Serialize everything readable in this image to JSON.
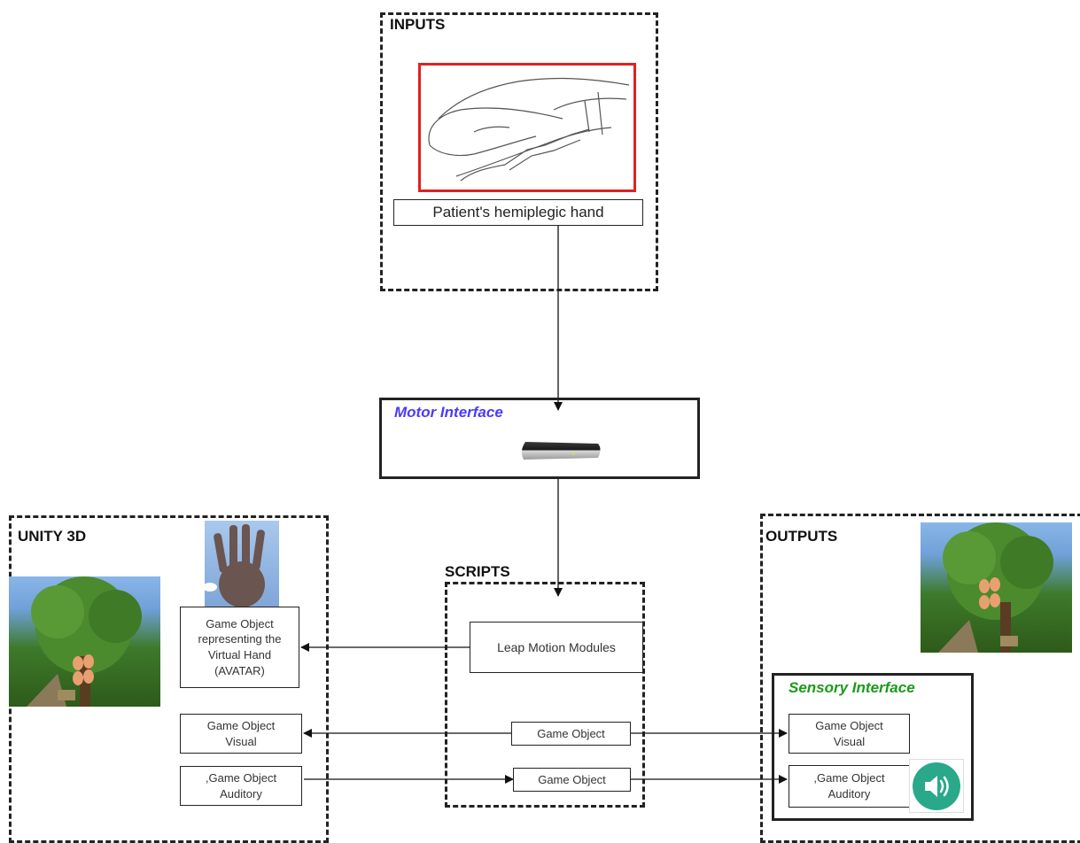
{
  "colors": {
    "motor_title": "#4a3aff",
    "sensory_title": "#1a9a1a",
    "hand_frame": "#e02020",
    "speaker_bg": "#2aa88a",
    "line": "#111111"
  },
  "inputs": {
    "title": "INPUTS",
    "hand_label": "Patient's hemiplegic hand",
    "hand_image_icon": "hand-sketch-icon"
  },
  "motor": {
    "title": "Motor Interface",
    "device_icon": "leap-motion-device-icon"
  },
  "unity": {
    "title": "UNITY 3D",
    "avatar_box": "Game Object\nrepresenting the\nVirtual Hand\n(AVATAR)",
    "visual_box": "Game Object\nVisual",
    "auditory_box": ",Game Object\nAuditory",
    "scene_icon": "tree-scene-icon",
    "hand_icon": "virtual-hand-icon"
  },
  "scripts": {
    "title": "SCRIPTS",
    "leap_box": "Leap Motion Modules",
    "go1": "Game Object",
    "go2": "Game Object"
  },
  "outputs": {
    "title": "OUTPUTS",
    "scene_icon": "tree-scene-icon"
  },
  "sensory": {
    "title": "Sensory Interface",
    "visual_box": "Game Object\nVisual",
    "auditory_box": ",Game Object\nAuditory",
    "speaker_icon": "speaker-icon"
  }
}
